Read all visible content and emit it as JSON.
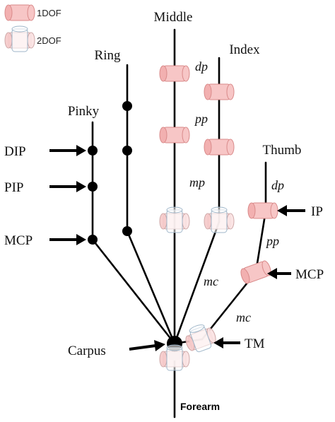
{
  "legend": {
    "one_dof": "1DOF",
    "two_dof": "2DOF"
  },
  "fingers": {
    "middle": "Middle",
    "ring": "Ring",
    "index": "Index",
    "pinky": "Pinky",
    "thumb": "Thumb"
  },
  "joints": {
    "dip": "DIP",
    "pip": "PIP",
    "mcp_left": "MCP",
    "ip": "IP",
    "mcp_thumb": "MCP",
    "tm": "TM",
    "carpus": "Carpus",
    "forearm": "Forearm"
  },
  "segments": {
    "index_dp": "dp",
    "index_pp": "pp",
    "index_mp": "mp",
    "index_mc": "mc",
    "thumb_dp": "dp",
    "thumb_pp": "pp",
    "thumb_mc": "mc"
  },
  "colors": {
    "joint_fill": "#f7c6c6",
    "joint_stroke": "#d98a8a",
    "line": "#000000"
  }
}
